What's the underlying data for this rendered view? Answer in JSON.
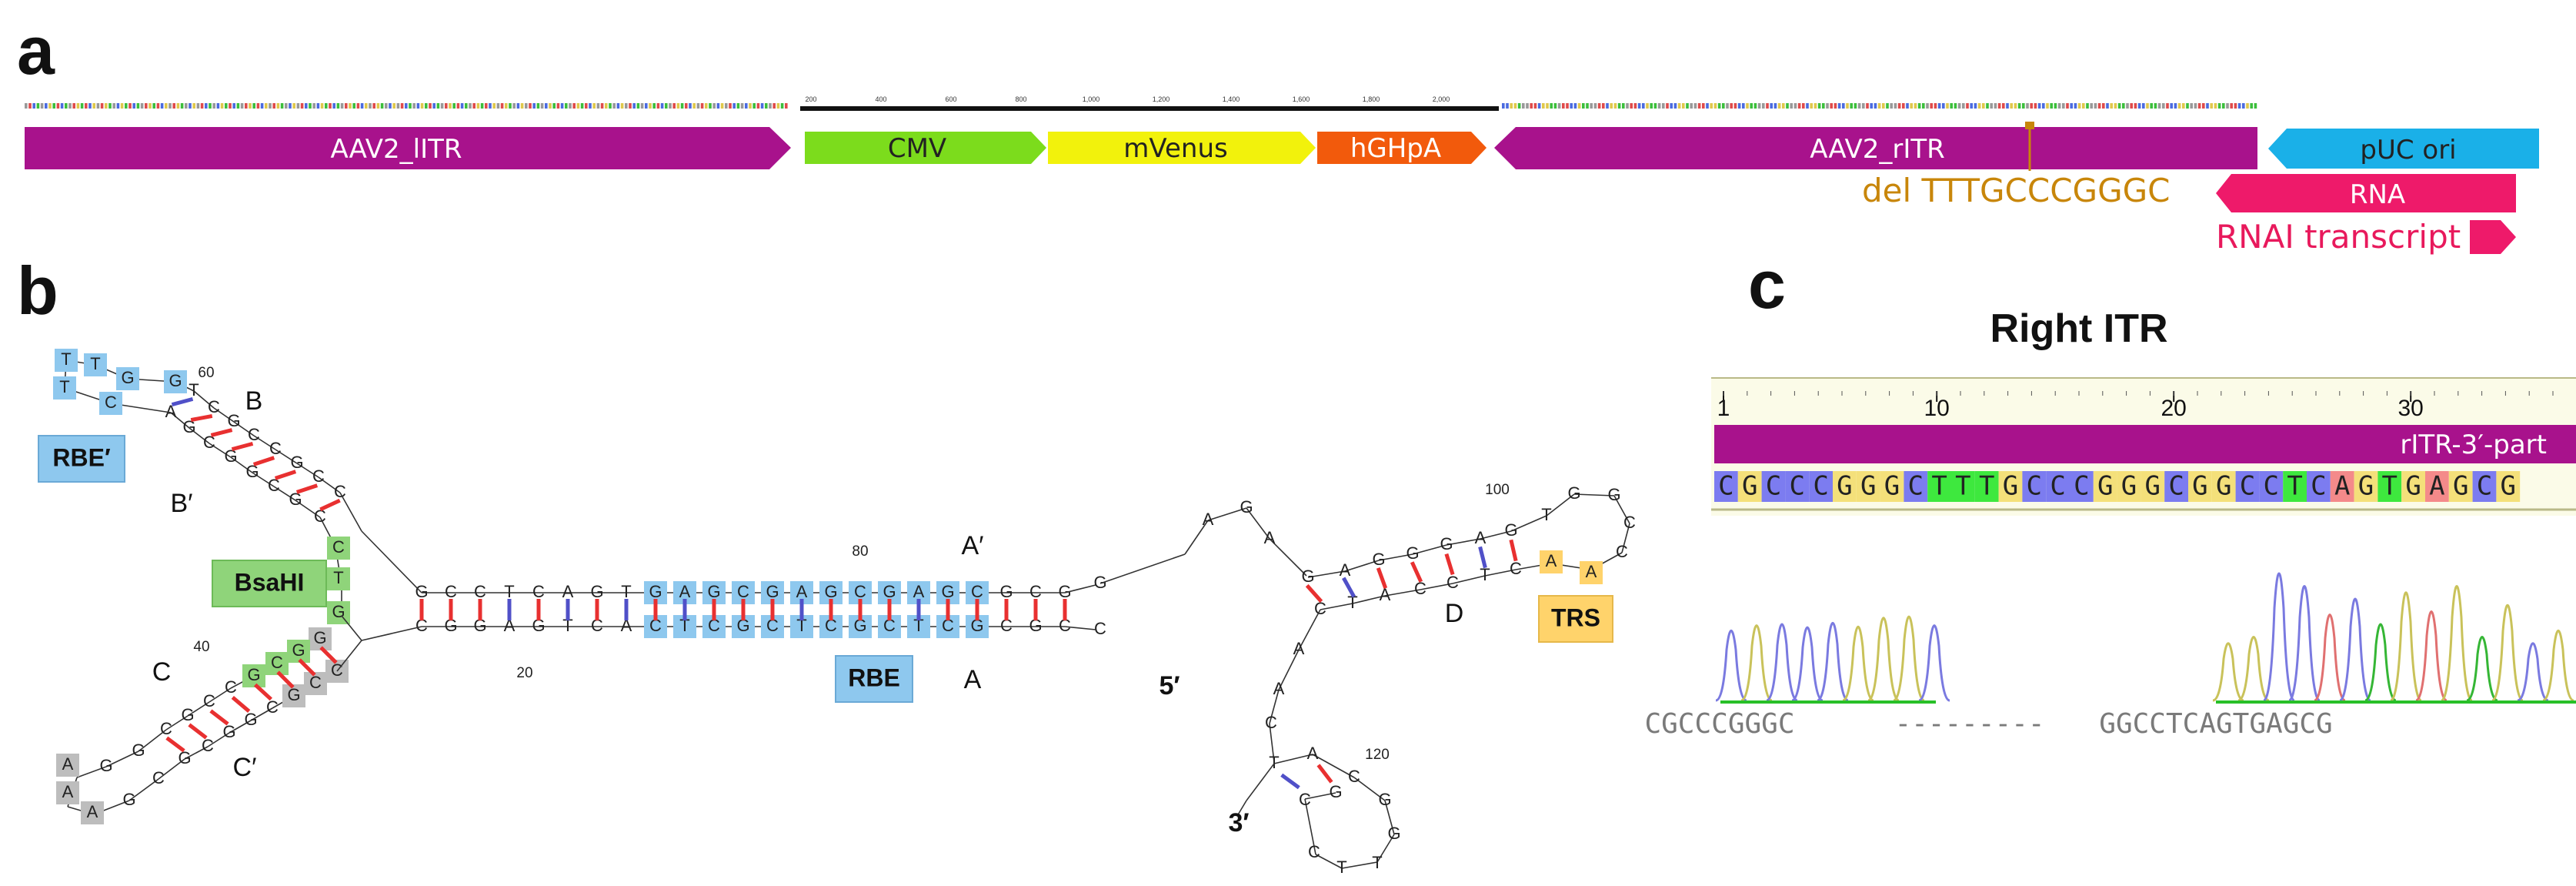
{
  "panels": {
    "a": "a",
    "b": "b",
    "c": "c"
  },
  "panel_a": {
    "features": [
      {
        "label": "AAV2_lITR",
        "color": "#a8128c",
        "dir": "right"
      },
      {
        "label": "CMV",
        "color": "#7cdc1c",
        "dir": "right"
      },
      {
        "label": "mVenus",
        "color": "#f2f20c",
        "dir": "right"
      },
      {
        "label": "hGHpA",
        "color": "#f25a0c",
        "dir": "right"
      },
      {
        "label": "AAV2_rITR",
        "color": "#a8128c",
        "dir": "left"
      },
      {
        "label": "pUC ori",
        "color": "#1ab0e8",
        "dir": "left"
      },
      {
        "label": "RNA",
        "color": "#ee1a6a",
        "dir": "left"
      },
      {
        "label": "RNAI transcript",
        "color": "#ee1a6a",
        "dir": "right"
      }
    ],
    "deletion_label": "del TTTGCCCGGGC",
    "ruler_ticks": [
      "200",
      "400",
      "600",
      "800",
      "1,000",
      "1,200",
      "1,400",
      "1,600",
      "1,800",
      "2,000"
    ]
  },
  "panel_b": {
    "stem_labels": {
      "B": "B",
      "B_prime": "B′",
      "C": "C",
      "C_prime": "C′",
      "A_prime": "A′",
      "A": "A",
      "D": "D"
    },
    "boxes": {
      "RBE_prime": "RBE′",
      "BsaHI": "BsaHI",
      "RBE": "RBE",
      "TRS": "TRS"
    },
    "ends": {
      "five": "5′",
      "three": "3′"
    },
    "numbers": [
      "60",
      "40",
      "20",
      "80",
      "100",
      "120"
    ],
    "colors": {
      "rbe": "#8ec8ee",
      "bsahi": "#8fd47a",
      "trs": "#ffd36b",
      "gray": "#bdbdbd",
      "pair_gc": "#e83030",
      "pair_at": "#5050c8"
    }
  },
  "panel_c": {
    "title": "Right ITR",
    "ruler": [
      "1",
      "10",
      "20",
      "30"
    ],
    "feature_label": "rITR-3′-part",
    "reference_sequence": "CGCCCGGGCTTTGCCCGGGCGGCCTCAGTGAGCG",
    "trace_left": "CGCCCGGGC",
    "trace_gap": "---------",
    "trace_right": "GGCCTCAGTGAGCG",
    "base_colors": {
      "A": "#f48a8a",
      "C": "#7c7cf0",
      "G": "#f4e07a",
      "T": "#3ee83e"
    }
  }
}
